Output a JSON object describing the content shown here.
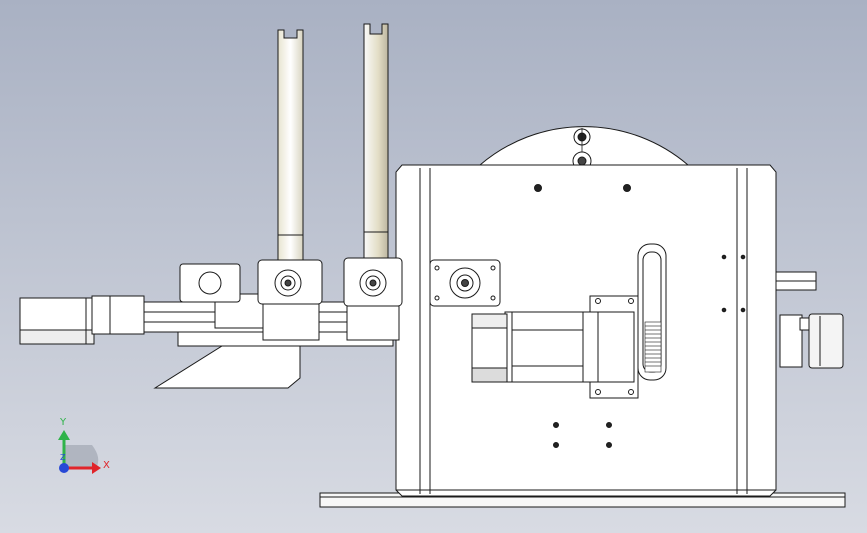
{
  "viewport": {
    "background_top": "#a9b1c3",
    "background_bottom": "#d8dbe3"
  },
  "model": {
    "line_color": "#1a1a1a",
    "fill_color": "#ffffff",
    "shade_color": "#eeeeea",
    "hole_color": "#222222"
  },
  "triad": {
    "x_label": "X",
    "y_label": "Y",
    "z_label": "Z",
    "x_color": "#e0242a",
    "y_color": "#2fb34a",
    "z_color": "#2748d6"
  }
}
